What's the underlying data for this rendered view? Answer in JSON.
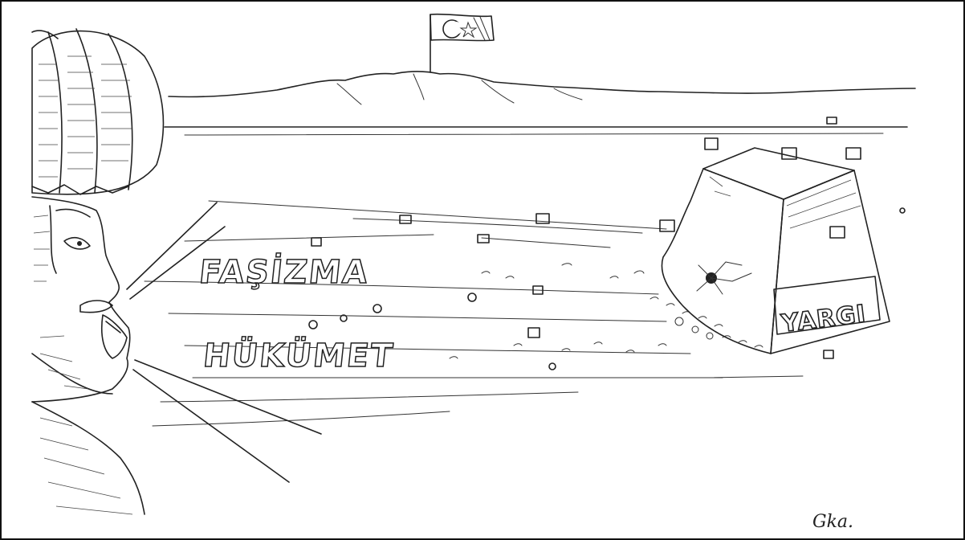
{
  "cartoon": {
    "stone_label": "YARGI",
    "flying_word_top": "FAŞİZMA",
    "flying_word_bottom": "HÜKÜMET",
    "signature": "Gka.",
    "flag": {
      "symbol": "crescent-star",
      "color": "#ffffff"
    },
    "colors": {
      "ink": "#222222",
      "paper": "#ffffff"
    }
  }
}
